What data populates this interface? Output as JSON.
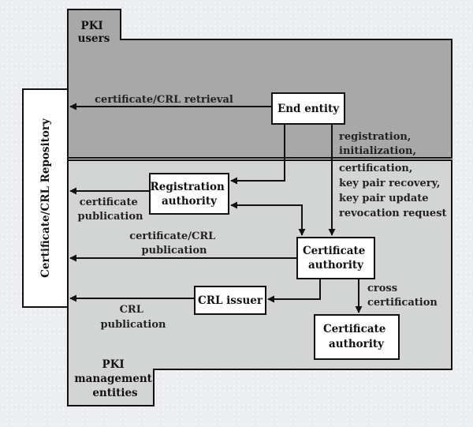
{
  "regions": {
    "pki_users": [
      "PKI",
      "users"
    ],
    "pki_management": [
      "PKI",
      "management",
      "entities"
    ]
  },
  "repository": "Certificate/CRL Repository",
  "nodes": {
    "end_entity": [
      "End entity"
    ],
    "registration_authority": [
      "Registration",
      "authority"
    ],
    "certificate_authority": [
      "Certificate",
      "authority"
    ],
    "crl_issuer": [
      "CRL issuer"
    ],
    "certificate_authority_2": [
      "Certificate",
      "authority"
    ]
  },
  "edge_labels": {
    "retrieval": [
      "certificate/CRL retrieval"
    ],
    "management_ops": [
      "registration,",
      "initialization,",
      "certification,",
      "key pair recovery,",
      "key pair update",
      "revocation request"
    ],
    "ra_publication": [
      "certificate",
      "publication"
    ],
    "ca_publication": [
      "certificate/CRL",
      "publication"
    ],
    "crl_publication": [
      "CRL",
      "publication"
    ],
    "cross": [
      "cross",
      "certification"
    ]
  },
  "colors": {
    "users_region": "#a8a8a8",
    "management_region": "#d3d5d5",
    "box_fill": "#ffffff",
    "line": "#111111"
  }
}
